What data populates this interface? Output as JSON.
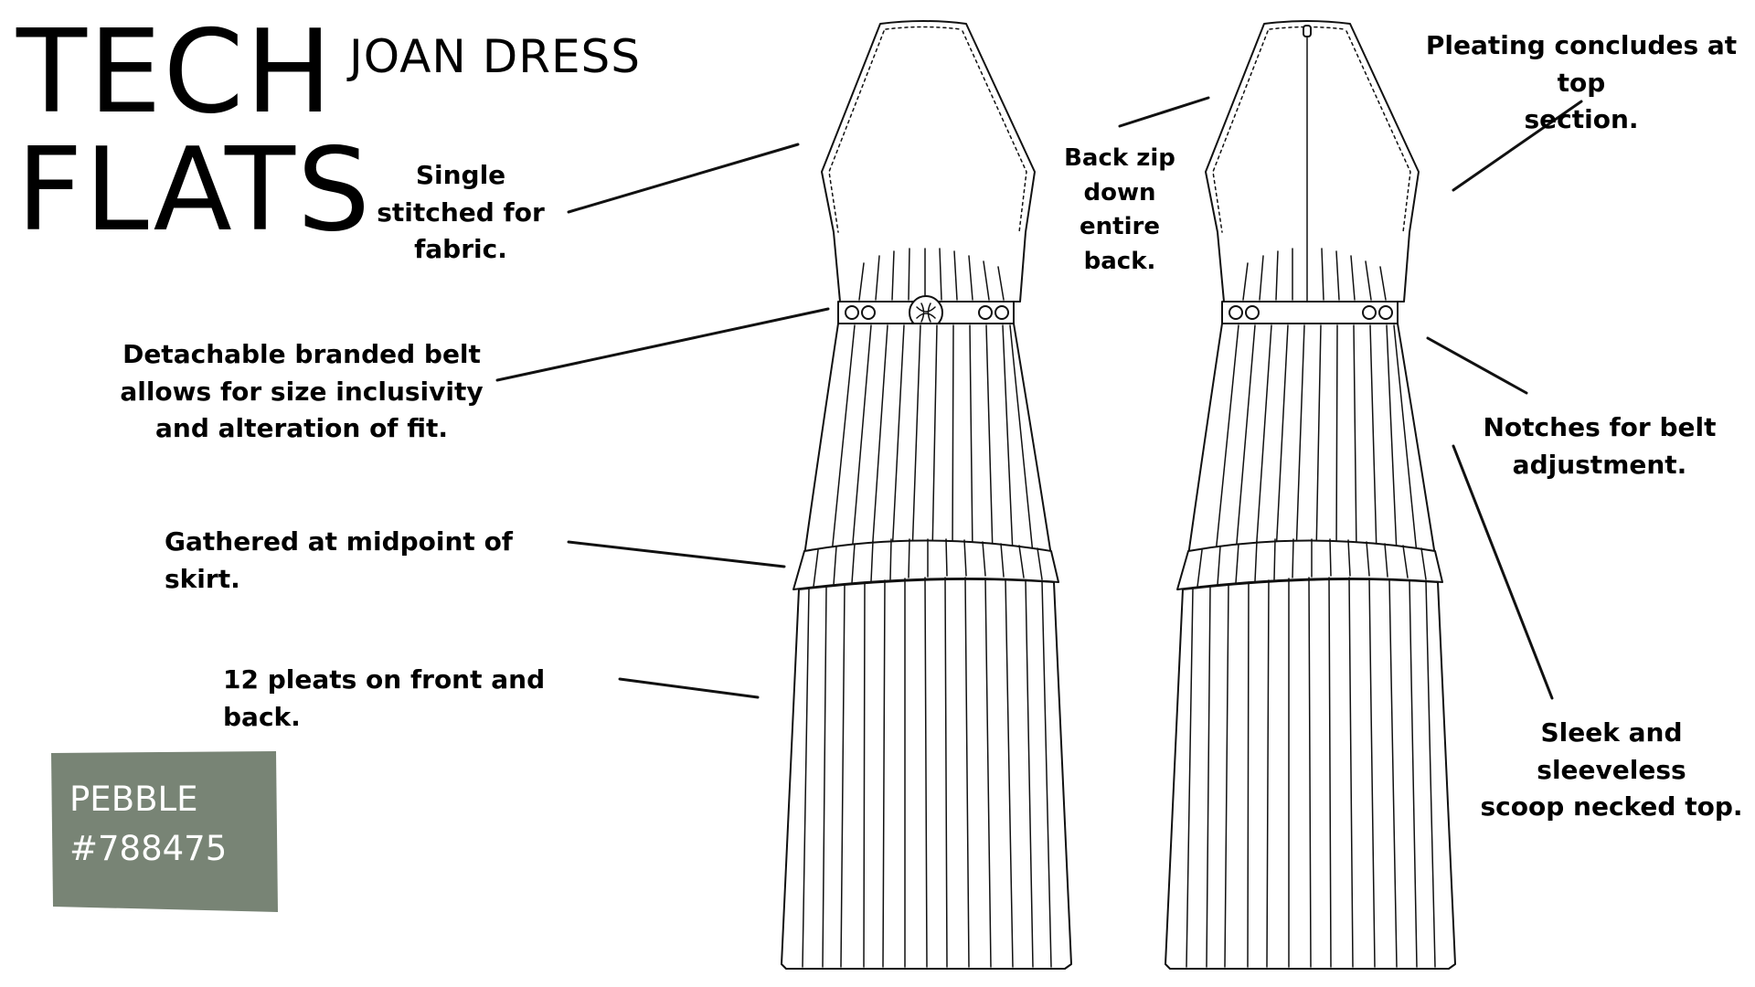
{
  "header": {
    "title_line1": "TECH",
    "title_line2": "FLATS",
    "product_name": "JOAN DRESS"
  },
  "annotations": {
    "single_stitched": [
      "Single",
      "stitched for",
      "fabric."
    ],
    "detachable_belt": [
      "Detachable branded belt",
      "allows for size inclusivity",
      "and alteration of fit."
    ],
    "gathered": [
      "Gathered at midpoint of skirt."
    ],
    "pleats": [
      "12 pleats on front and back."
    ],
    "back_zip": [
      "Back zip",
      "down entire",
      "back."
    ],
    "pleating_concludes": [
      "Pleating concludes at top",
      "section."
    ],
    "notches": [
      "Notches for belt",
      "adjustment."
    ],
    "sleeveless": [
      "Sleek and sleeveless",
      "scoop necked top."
    ]
  },
  "swatch": {
    "color_name": "PEBBLE",
    "hex_label": "#788475",
    "color": "#788475"
  },
  "colors": {
    "line": "#111111",
    "background": "#ffffff"
  }
}
